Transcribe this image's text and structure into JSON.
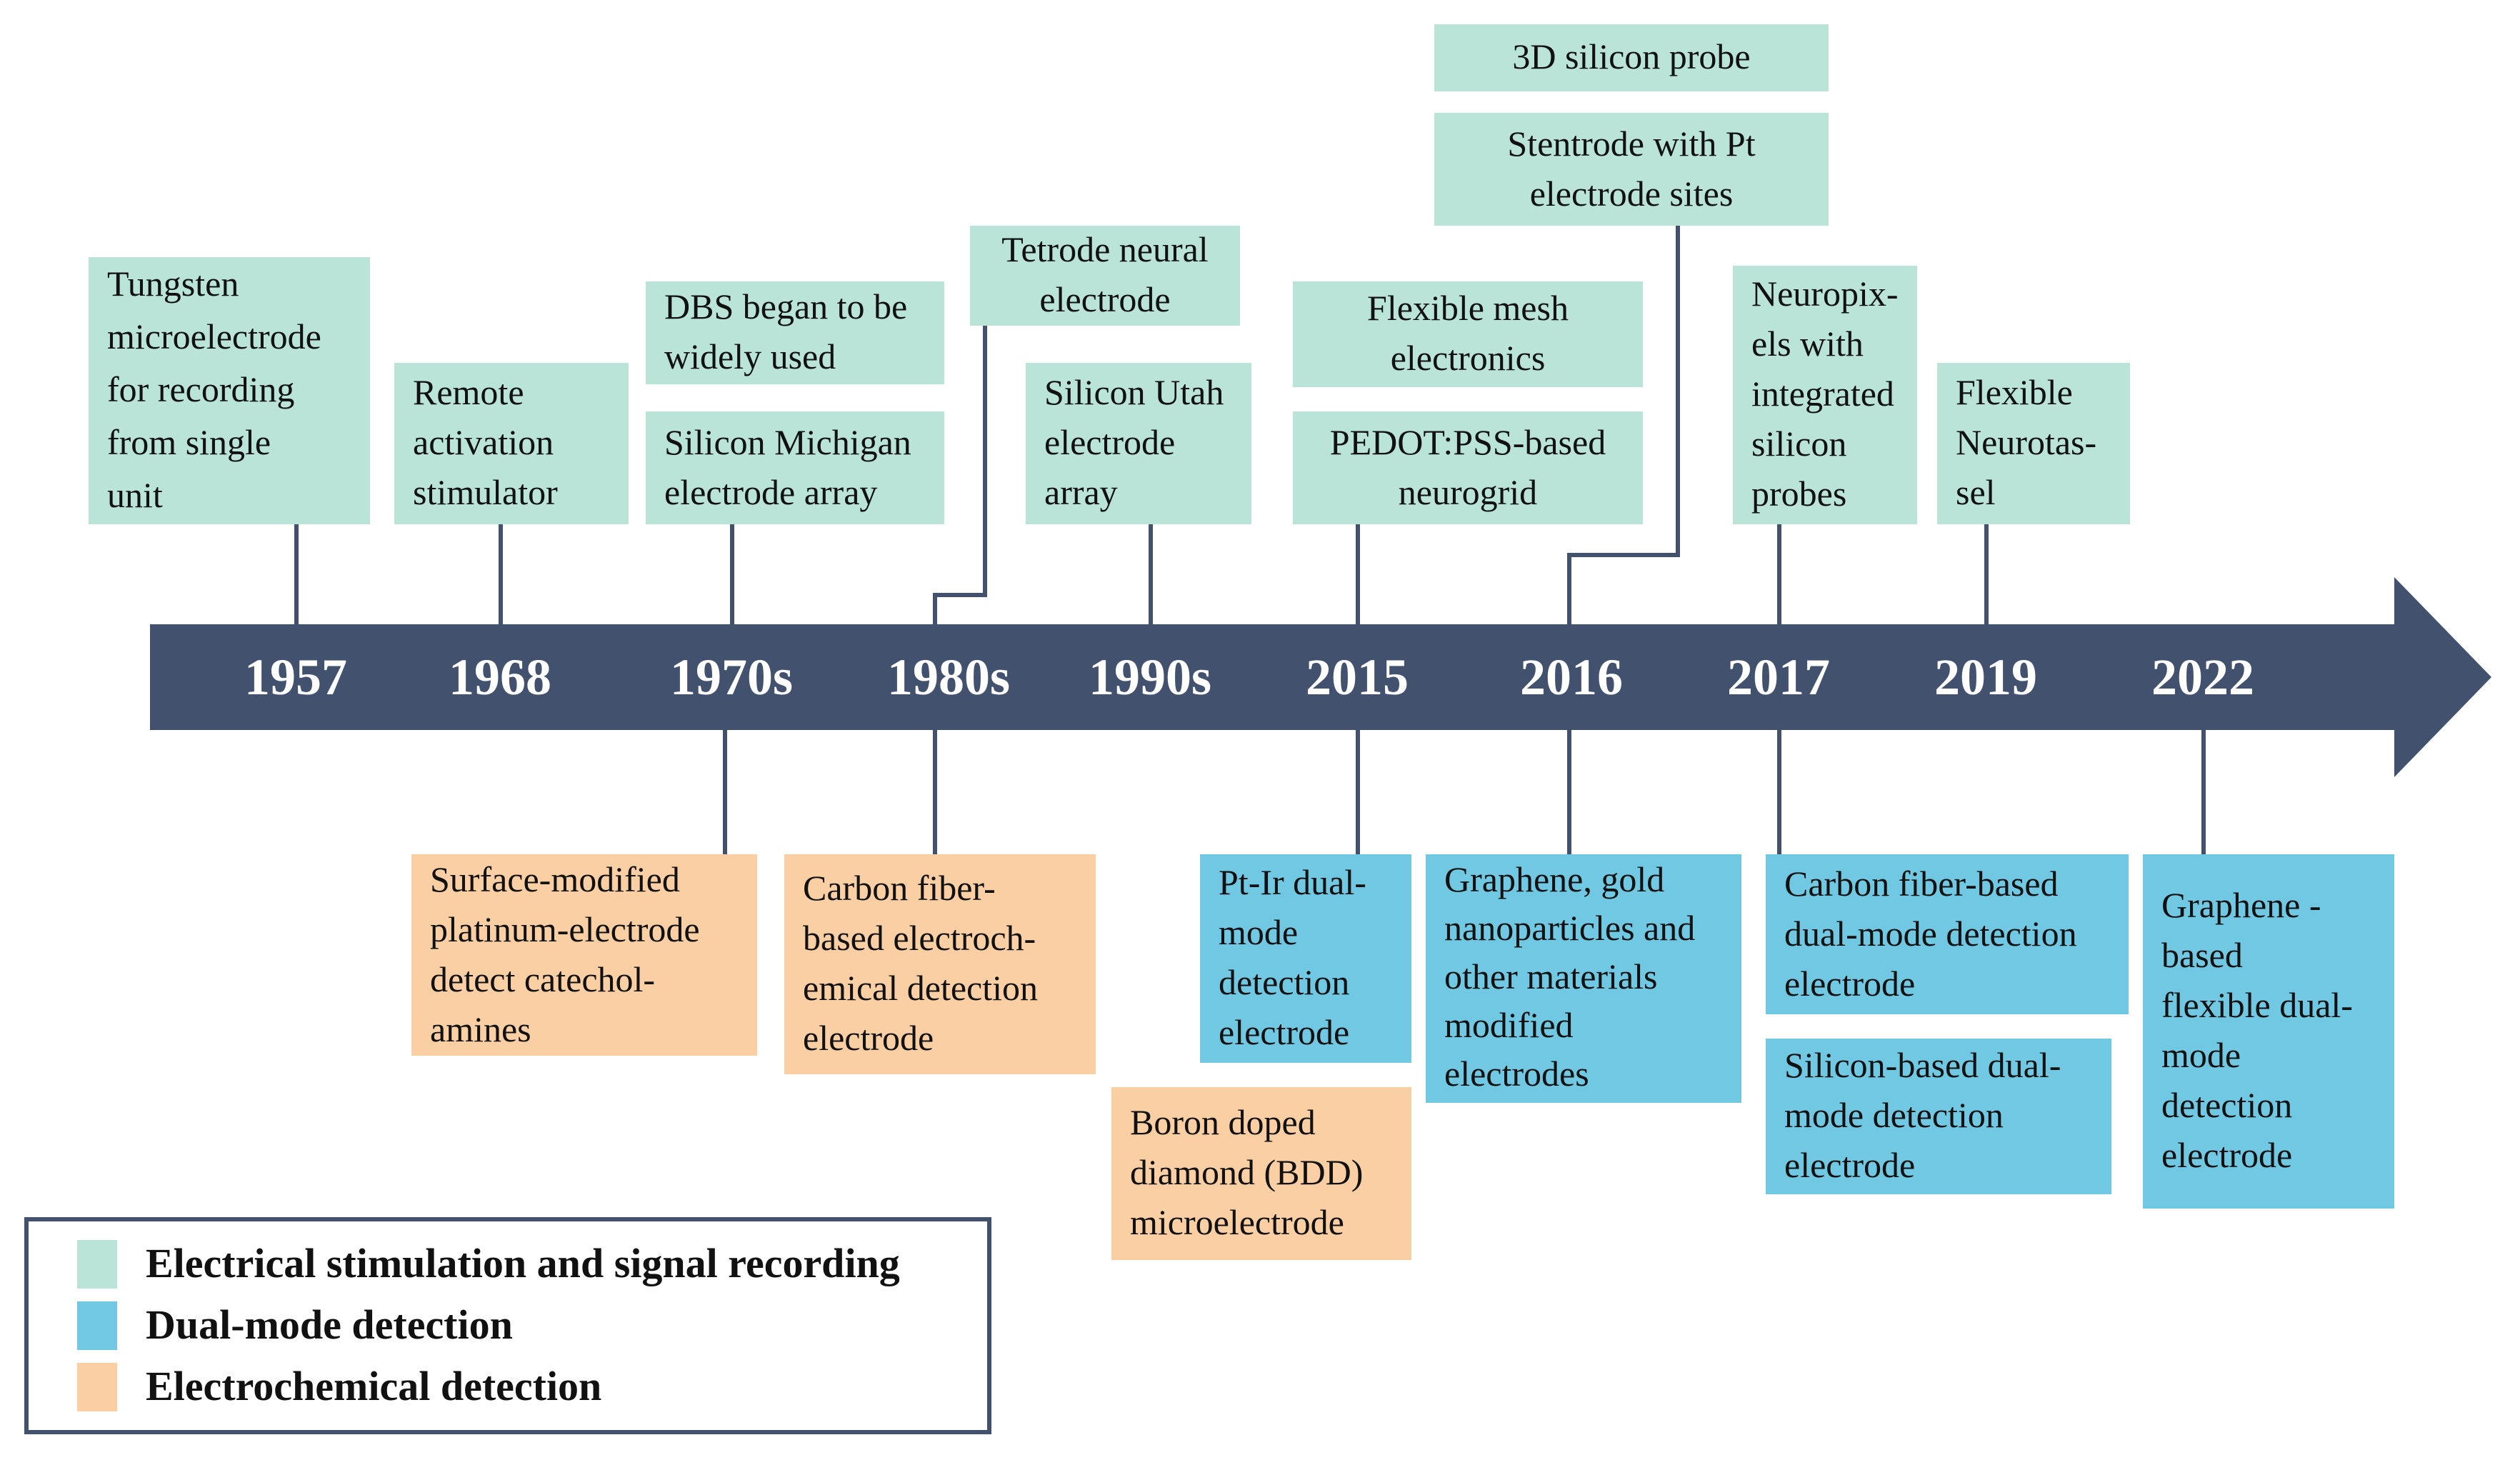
{
  "timeline": {
    "years": [
      "1957",
      "1968",
      "1970s",
      "1980s",
      "1990s",
      "2015",
      "2016",
      "2017",
      "2019",
      "2022"
    ]
  },
  "categories": {
    "electrical": {
      "label": "Electrical stimulation and signal recording",
      "color": "#b9e4d7"
    },
    "dual": {
      "label": "Dual-mode detection",
      "color": "#70c8e2"
    },
    "electrochemical": {
      "label": "Electrochemical detection",
      "color": "#fbcfa4"
    }
  },
  "colors": {
    "bar": "#42526e",
    "text": "#111111",
    "background": "#ffffff"
  },
  "events_above": {
    "tungsten": {
      "year": "1957",
      "category": "electrical",
      "text": "Tungsten\nmicroelectrode\nfor recording\nfrom single\nunit"
    },
    "remote": {
      "year": "1968",
      "category": "electrical",
      "text": "Remote\nactivation\nstimulator"
    },
    "dbs": {
      "year": "1970s",
      "category": "electrical",
      "text": "DBS began to be\nwidely used"
    },
    "michigan": {
      "year": "1970s",
      "category": "electrical",
      "text": "Silicon Michigan\nelectrode array"
    },
    "tetrode": {
      "year": "1980s",
      "category": "electrical",
      "text": "Tetrode neural\nelectrode"
    },
    "utah": {
      "year": "1990s",
      "category": "electrical",
      "text": "Silicon Utah\nelectrode\narray"
    },
    "flexmesh": {
      "year": "2015",
      "category": "electrical",
      "text": "Flexible mesh\nelectronics"
    },
    "pedot": {
      "year": "2015",
      "category": "electrical",
      "text": "PEDOT:PSS-based\nneurogrid"
    },
    "probe3d": {
      "year": "2016",
      "category": "electrical",
      "text": "3D silicon probe"
    },
    "stentrode": {
      "year": "2016",
      "category": "electrical",
      "text": "Stentrode with Pt\nelectrode sites"
    },
    "neuropixels": {
      "year": "2017",
      "category": "electrical",
      "text": "Neuropix-\nels with\nintegrated\nsilicon\nprobes"
    },
    "neurotassel": {
      "year": "2019",
      "category": "electrical",
      "text": "Flexible\nNeurotas-\nsel"
    }
  },
  "events_below": {
    "surface": {
      "year": "1970s",
      "category": "electrochemical",
      "text": "Surface-modified\nplatinum-electrode\ndetect catechol-\namines"
    },
    "carbonec": {
      "year": "1980s",
      "category": "electrochemical",
      "text": "Carbon fiber-\nbased electroch-\nemical detection\nelectrode"
    },
    "ptir": {
      "year": "2015",
      "category": "dual",
      "text": "Pt-Ir dual-\nmode\ndetection\nelectrode"
    },
    "boron": {
      "category": "electrochemical",
      "text": "Boron doped\ndiamond (BDD)\nmicroelectrode"
    },
    "graphenegold": {
      "year": "2016",
      "category": "dual",
      "text": "Graphene, gold\nnanoparticles and\nother materials\nmodified\nelectrodes"
    },
    "carbondual": {
      "year": "2017",
      "category": "dual",
      "text": "Carbon fiber-based\ndual-mode detection\nelectrode"
    },
    "silicondual": {
      "category": "dual",
      "text": "Silicon-based dual-\nmode detection\nelectrode"
    },
    "grapheneflex": {
      "year": "2022",
      "category": "dual",
      "text": "Graphene -\nbased\nflexible dual-\nmode\ndetection\nelectrode"
    }
  }
}
